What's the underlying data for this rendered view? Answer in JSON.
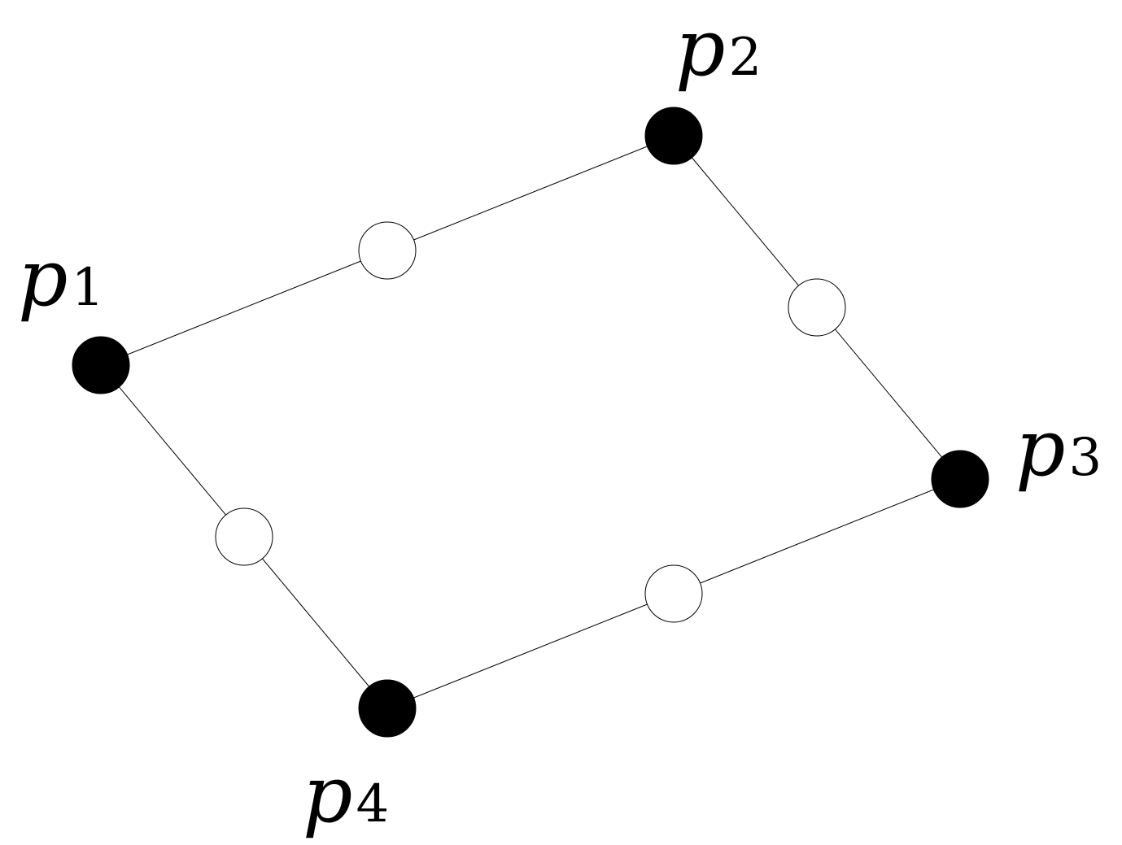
{
  "diagram": {
    "vertices": [
      {
        "id": "p1",
        "symbol": "p",
        "subscript": "1",
        "kind": "filled"
      },
      {
        "id": "p2",
        "symbol": "p",
        "subscript": "2",
        "kind": "filled"
      },
      {
        "id": "p3",
        "symbol": "p",
        "subscript": "3",
        "kind": "filled"
      },
      {
        "id": "p4",
        "symbol": "p",
        "subscript": "4",
        "kind": "filled"
      }
    ],
    "midpoints": [
      {
        "id": "m12",
        "between": [
          "p1",
          "p2"
        ],
        "kind": "hollow"
      },
      {
        "id": "m23",
        "between": [
          "p2",
          "p3"
        ],
        "kind": "hollow"
      },
      {
        "id": "m34",
        "between": [
          "p3",
          "p4"
        ],
        "kind": "hollow"
      },
      {
        "id": "m41",
        "between": [
          "p4",
          "p1"
        ],
        "kind": "hollow"
      }
    ],
    "edges": [
      [
        "p1",
        "p2"
      ],
      [
        "p2",
        "p3"
      ],
      [
        "p3",
        "p4"
      ],
      [
        "p4",
        "p1"
      ]
    ],
    "colors": {
      "filled": "#000000",
      "hollow": "#ffffff",
      "stroke": "#000000"
    }
  }
}
